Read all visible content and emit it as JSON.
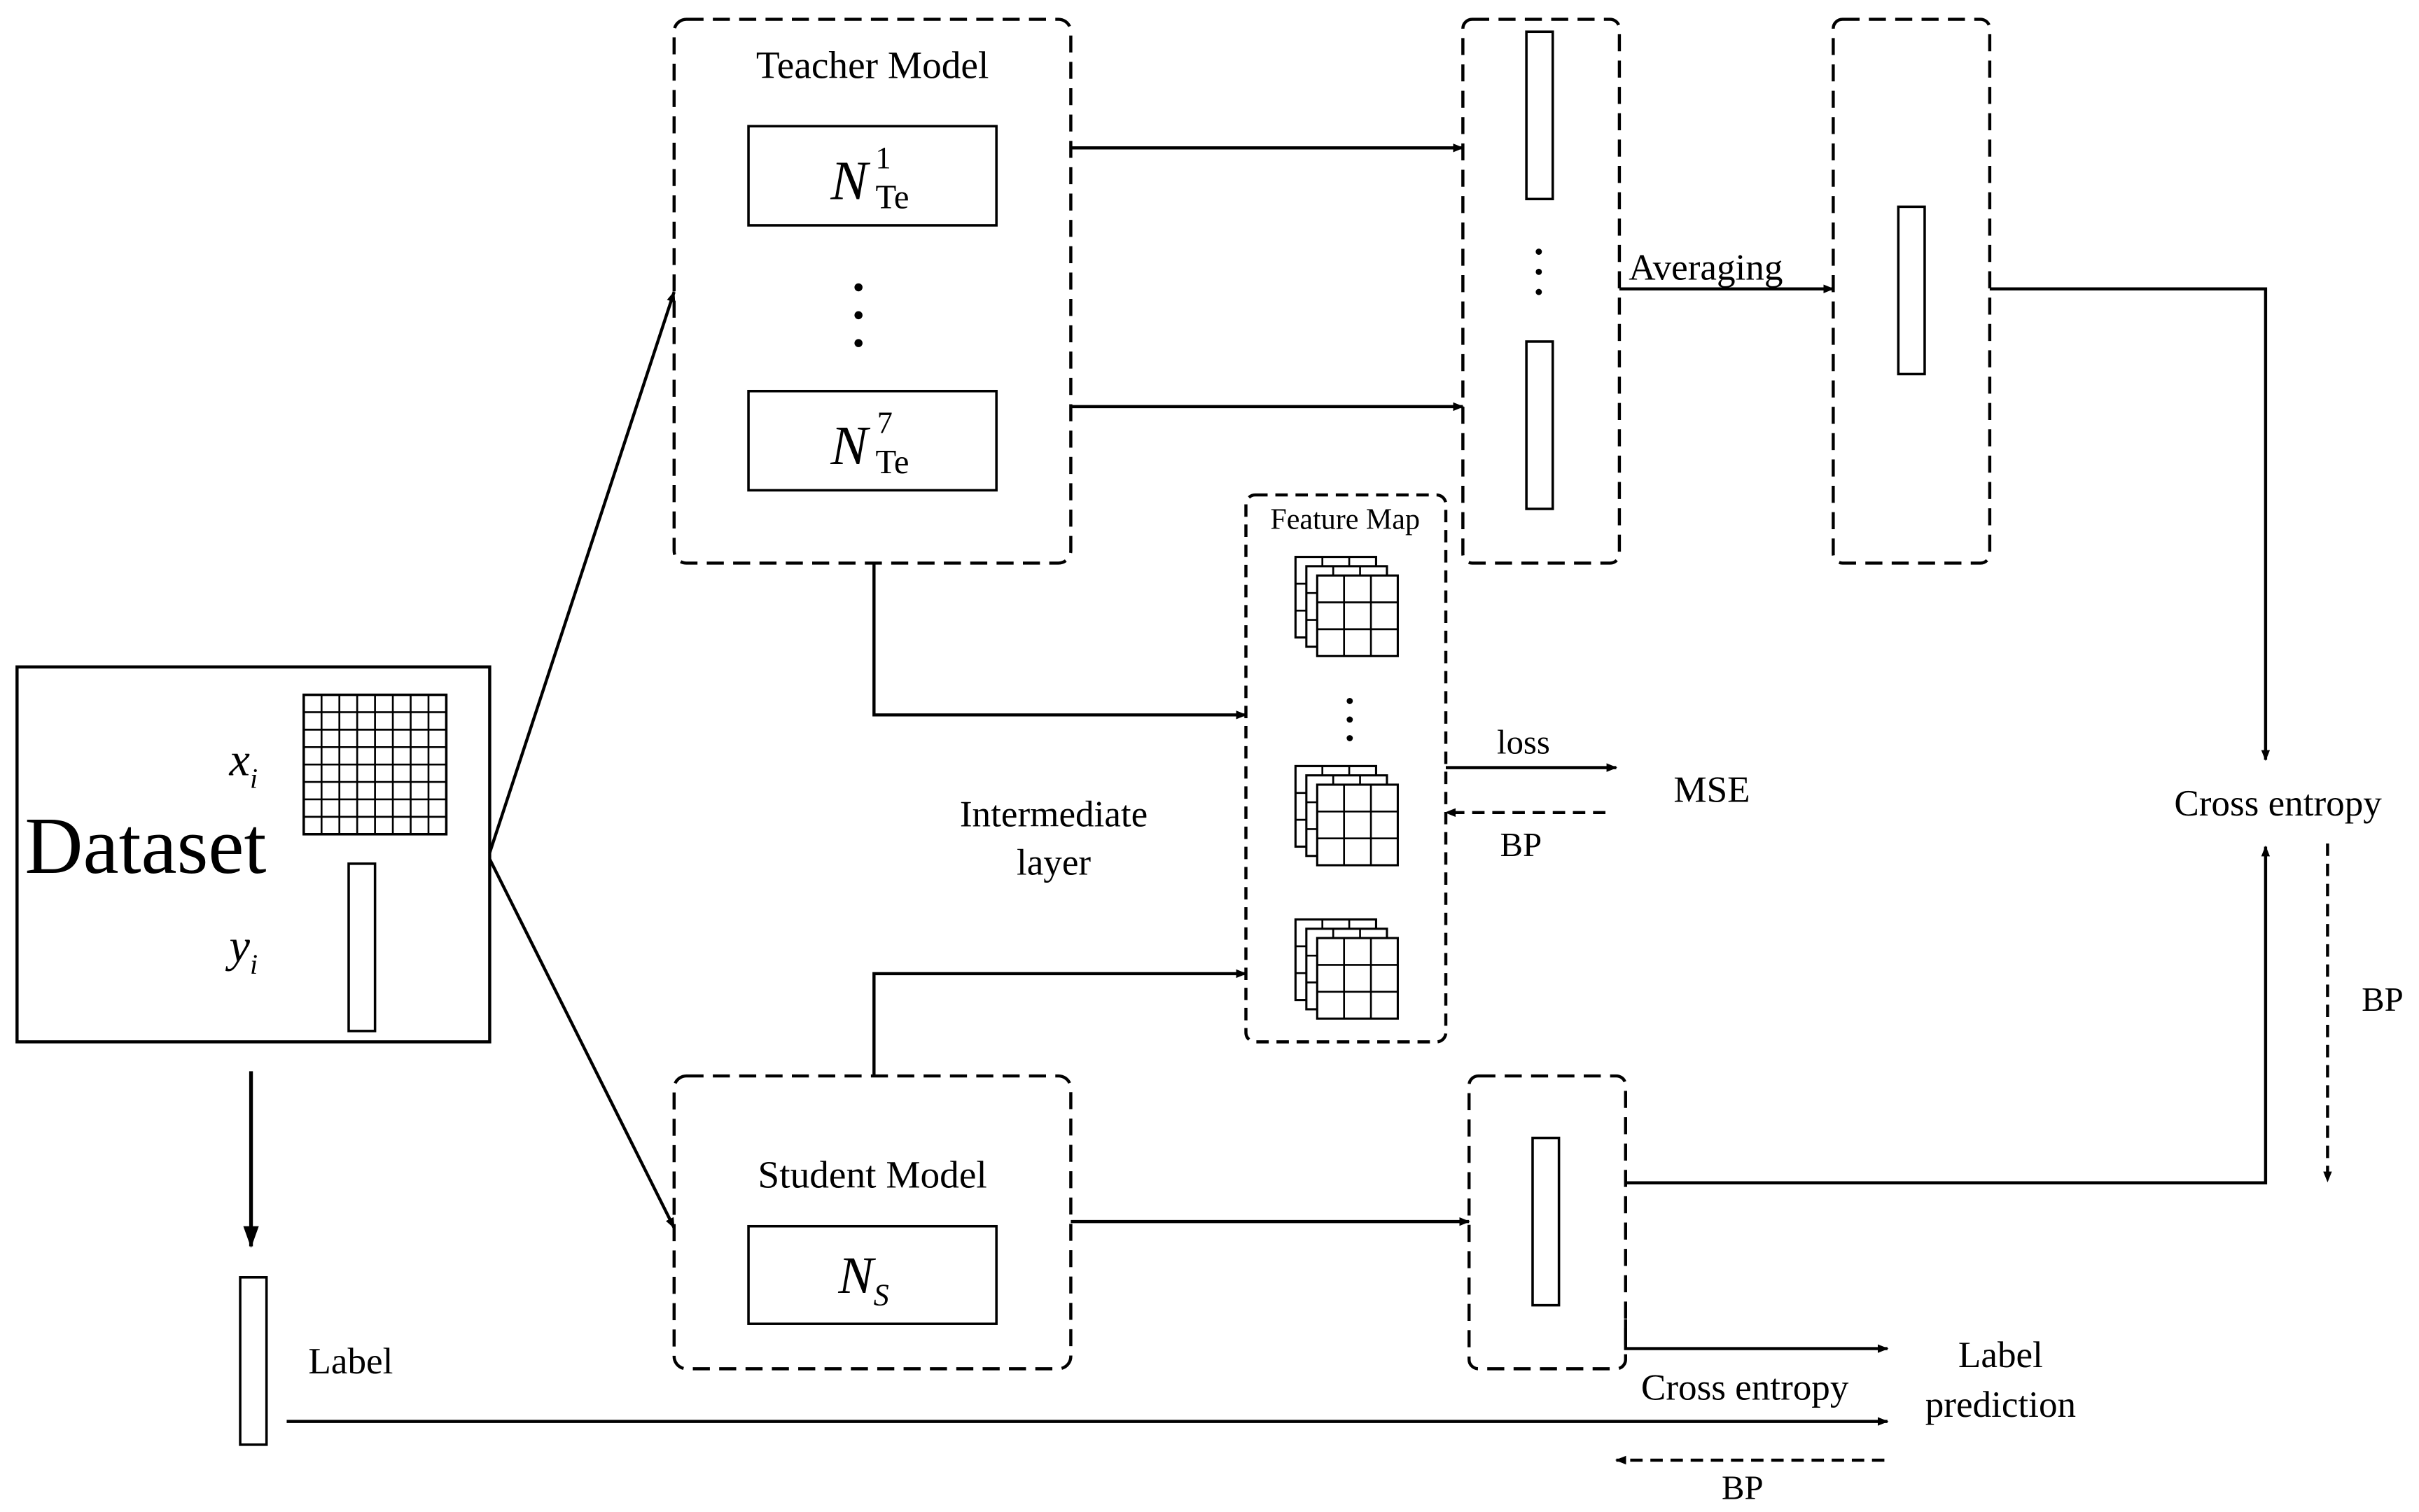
{
  "dataset": {
    "label": "Dataset",
    "x_var": "x",
    "x_sub": "i",
    "y_var": "y",
    "y_sub": "i"
  },
  "teacher": {
    "title": "Teacher Model",
    "net_top_var": "N",
    "net_top_sup": "1",
    "net_top_sub": "Te",
    "net_bottom_var": "N",
    "net_bottom_sup": "7",
    "net_bottom_sub": "Te"
  },
  "student": {
    "title": "Student Model",
    "net_var": "N",
    "net_sub": "S"
  },
  "feature_map": {
    "title": "Feature Map"
  },
  "labels": {
    "averaging": "Averaging",
    "intermediate_line1": "Intermediate",
    "intermediate_line2": "layer",
    "loss": "loss",
    "mse": "MSE",
    "bp_mse": "BP",
    "cross_entropy_top": "Cross entropy",
    "bp_right": "BP",
    "label": "Label",
    "cross_entropy_bottom": "Cross entropy",
    "label_prediction_line1": "Label",
    "label_prediction_line2": "prediction",
    "bp_bottom": "BP"
  }
}
